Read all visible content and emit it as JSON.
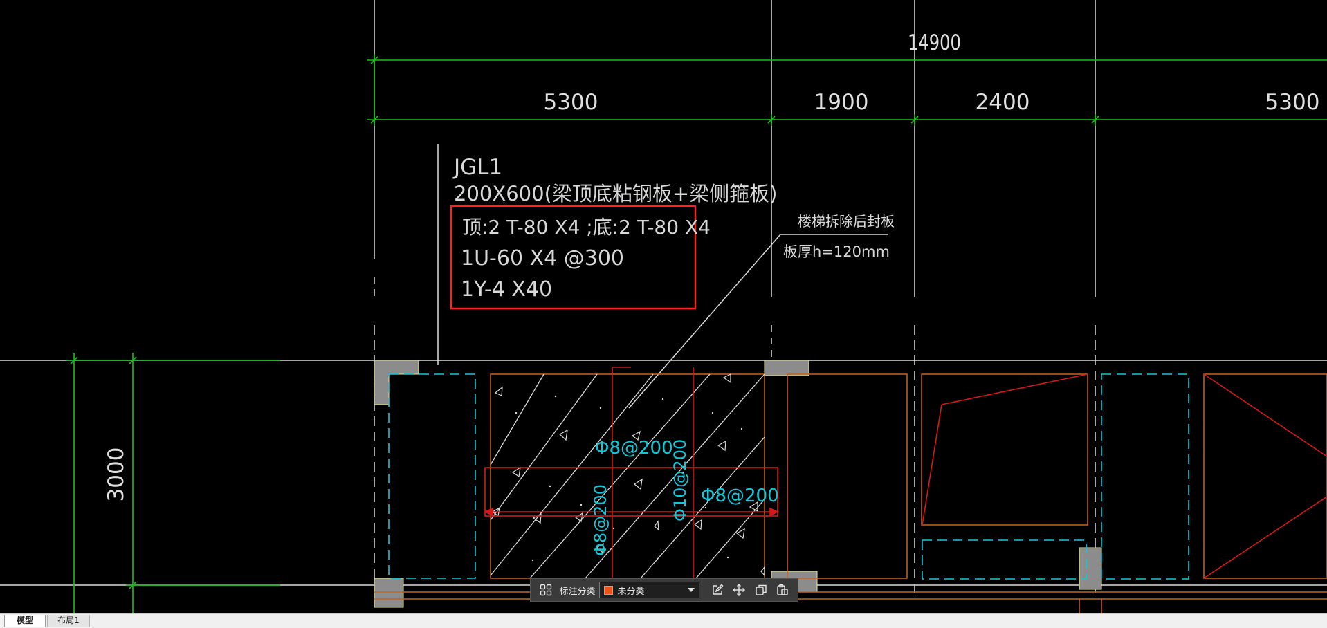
{
  "drawing": {
    "dimensions": {
      "overall": "14900",
      "span_1": "5300",
      "span_2": "1900",
      "span_3": "2400",
      "span_4": "5300",
      "vertical": "3000"
    },
    "beam_label": {
      "name": "JGL1",
      "size": "200X600(梁顶底粘钢板+梁侧箍板)",
      "line_1": "顶:2 T-80 X4 ;底:2 T-80 X4",
      "line_2": "1U-60 X4 @300",
      "line_3": "1Y-4 X40"
    },
    "slab_note": {
      "title": "楼梯拆除后封板",
      "thickness": "板厚h=120mm"
    },
    "rebar_labels": {
      "label_1": "Φ8@200",
      "label_2": "Φ10@200",
      "label_3": "Φ8@200",
      "label_4": "Φ8@200"
    },
    "colors": {
      "axis_green": "#16c116",
      "highlight_red": "#ff2020",
      "rebar_red": "#d81818",
      "cyan": "#12c8d8",
      "orange": "#c8641e",
      "column_gray": "#8c8c8c",
      "text_white": "#d8d8d8"
    }
  },
  "toolbar": {
    "grid_icon": "grid-icon",
    "category_label": "标注分类",
    "category_value": "未分类",
    "swatch_color": "#e8541a",
    "edit_icon": "edit-icon",
    "move_icon": "move-icon",
    "copy_icon": "copy-icon",
    "paste_icon": "paste-icon"
  },
  "tabs": {
    "model": "模型",
    "layout1": "布局1"
  }
}
